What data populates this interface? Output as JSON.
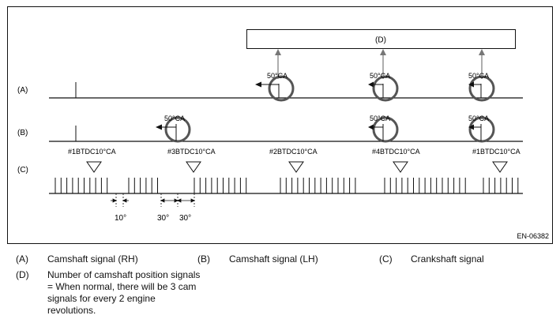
{
  "figure": {
    "box_label": "(D)",
    "row_labels": [
      "(A)",
      "(B)",
      "(C)"
    ],
    "angle_label": "50°CA",
    "tdc_labels": [
      "#1BTDC10°CA",
      "#3BTDC10°CA",
      "#2BTDC10°CA",
      "#4BTDC10°CA",
      "#1BTDC10°CA"
    ],
    "dimension_labels": [
      "10°",
      "30°",
      "30°"
    ],
    "figure_id": "EN-06382"
  },
  "legend": [
    {
      "key": "(A)",
      "text": "Camshaft signal (RH)"
    },
    {
      "key": "(B)",
      "text": "Camshaft signal (LH)"
    },
    {
      "key": "(C)",
      "text": "Crankshaft signal"
    },
    {
      "key": "(D)",
      "text": "Number of camshaft position signals = When normal, there will be 3 cam signals for every 2 engine revolutions."
    }
  ],
  "colors": {
    "line": "#111111",
    "arrow_gray": "#777777",
    "circle_gray": "#555555"
  }
}
